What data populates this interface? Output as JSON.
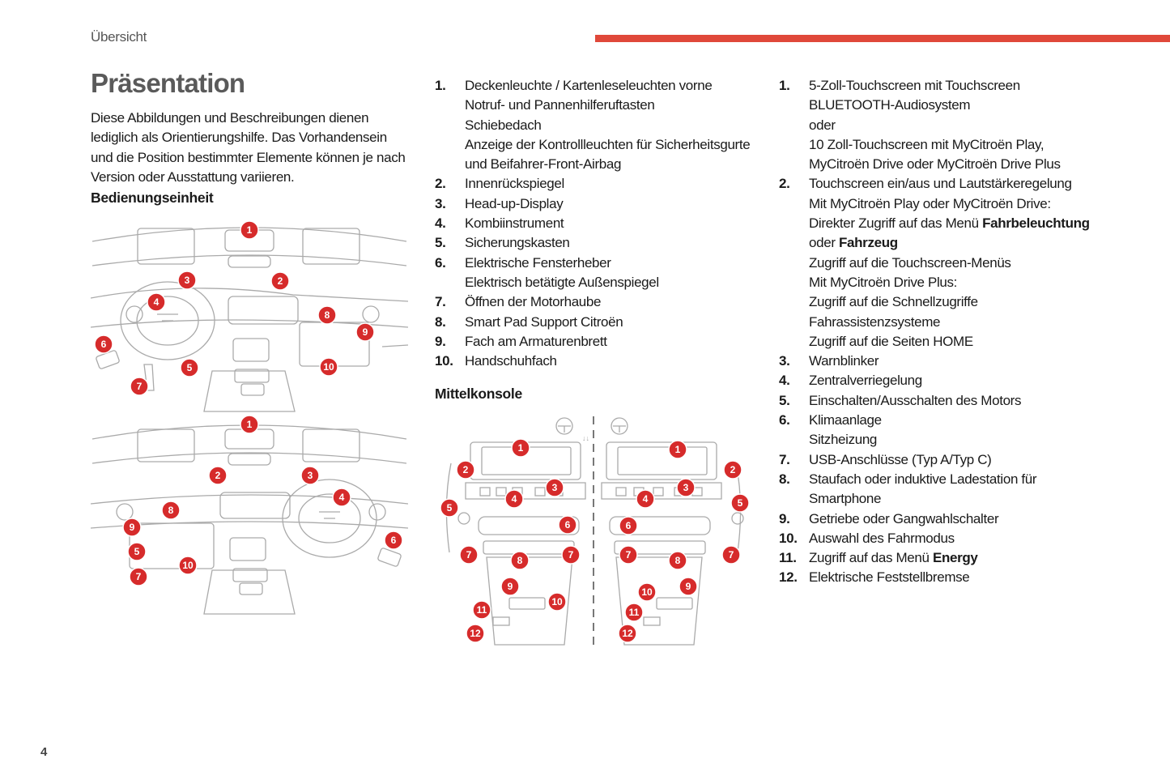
{
  "header": {
    "section": "Übersicht",
    "accent_color": "#e0483a"
  },
  "page_title": "Präsentation",
  "intro": [
    "Diese Abbildungen und Beschreibungen dienen",
    "lediglich als Orientierungshilfe. Das Vorhandensein",
    "und die Position bestimmter Elemente können je nach",
    "Version oder Ausstattung variieren."
  ],
  "bedienungseinheit": {
    "heading": "Bedienungseinheit",
    "figure_top_badges": [
      "1",
      "2",
      "3",
      "4",
      "5",
      "6",
      "7",
      "8",
      "9",
      "10"
    ],
    "figure_bottom_badges": [
      "1",
      "2",
      "3",
      "4",
      "5",
      "6",
      "7",
      "8",
      "9",
      "10"
    ],
    "items": [
      {
        "num": "1.",
        "lines": [
          "Deckenleuchte / Kartenleseleuchten vorne",
          "Notruf- und Pannenhilferuftasten",
          "Schiebedach",
          "Anzeige der Kontrollleuchten für Sicherheitsgurte",
          "und Beifahrer-Front-Airbag"
        ]
      },
      {
        "num": "2.",
        "lines": [
          "Innenrückspiegel"
        ]
      },
      {
        "num": "3.",
        "lines": [
          "Head-up-Display"
        ]
      },
      {
        "num": "4.",
        "lines": [
          "Kombiinstrument"
        ]
      },
      {
        "num": "5.",
        "lines": [
          "Sicherungskasten"
        ]
      },
      {
        "num": "6.",
        "lines": [
          "Elektrische Fensterheber",
          "Elektrisch betätigte Außenspiegel"
        ]
      },
      {
        "num": "7.",
        "lines": [
          "Öffnen der Motorhaube"
        ]
      },
      {
        "num": "8.",
        "lines": [
          "Smart Pad Support Citroën"
        ]
      },
      {
        "num": "9.",
        "lines": [
          "Fach am Armaturenbrett"
        ]
      },
      {
        "num": "10.",
        "lines": [
          "Handschuhfach"
        ]
      }
    ]
  },
  "mittelkonsole": {
    "heading": "Mittelkonsole",
    "figure_badges": [
      "1",
      "2",
      "3",
      "4",
      "5",
      "6",
      "7",
      "7",
      "8",
      "9",
      "10",
      "11",
      "12"
    ],
    "items": [
      {
        "num": "1.",
        "lines": [
          [
            "5-Zoll-Touchscreen mit Touchscreen"
          ],
          [
            "BLUETOOTH-Audiosystem"
          ],
          [
            "oder"
          ],
          [
            "10 Zoll-Touchscreen mit MyCitroën Play,"
          ],
          [
            "MyCitroën Drive oder MyCitroën Drive Plus"
          ]
        ]
      },
      {
        "num": "2.",
        "lines": [
          [
            "Touchscreen ein/aus und Lautstärkeregelung"
          ],
          [
            "Mit MyCitroën Play oder MyCitroën Drive:"
          ],
          [
            "Direkter Zugriff auf das Menü ",
            "Fahrbeleuchtung"
          ],
          [
            "oder ",
            "Fahrzeug"
          ],
          [
            "Zugriff auf die Touchscreen-Menüs"
          ],
          [
            "Mit MyCitroën Drive Plus:"
          ],
          [
            "Zugriff auf die Schnellzugriffe"
          ],
          [
            "Fahrassistenzsysteme"
          ],
          [
            "Zugriff auf die Seiten HOME"
          ]
        ]
      },
      {
        "num": "3.",
        "lines": [
          [
            "Warnblinker"
          ]
        ]
      },
      {
        "num": "4.",
        "lines": [
          [
            "Zentralverriegelung"
          ]
        ]
      },
      {
        "num": "5.",
        "lines": [
          [
            "Einschalten/Ausschalten des Motors"
          ]
        ]
      },
      {
        "num": "6.",
        "lines": [
          [
            "Klimaanlage"
          ],
          [
            "Sitzheizung"
          ]
        ]
      },
      {
        "num": "7.",
        "lines": [
          [
            "USB-Anschlüsse (Typ A/Typ C)"
          ]
        ]
      },
      {
        "num": "8.",
        "lines": [
          [
            "Staufach oder induktive Ladestation für"
          ],
          [
            "Smartphone"
          ]
        ]
      },
      {
        "num": "9.",
        "lines": [
          [
            "Getriebe oder Gangwahlschalter"
          ]
        ]
      },
      {
        "num": "10.",
        "lines": [
          [
            "Auswahl des Fahrmodus"
          ]
        ]
      },
      {
        "num": "11.",
        "lines": [
          [
            "Zugriff auf das Menü ",
            "Energy"
          ]
        ]
      },
      {
        "num": "12.",
        "lines": [
          [
            "Elektrische Feststellbremse"
          ]
        ]
      }
    ]
  },
  "page_number": "4",
  "badge_color": "#d62b2b"
}
